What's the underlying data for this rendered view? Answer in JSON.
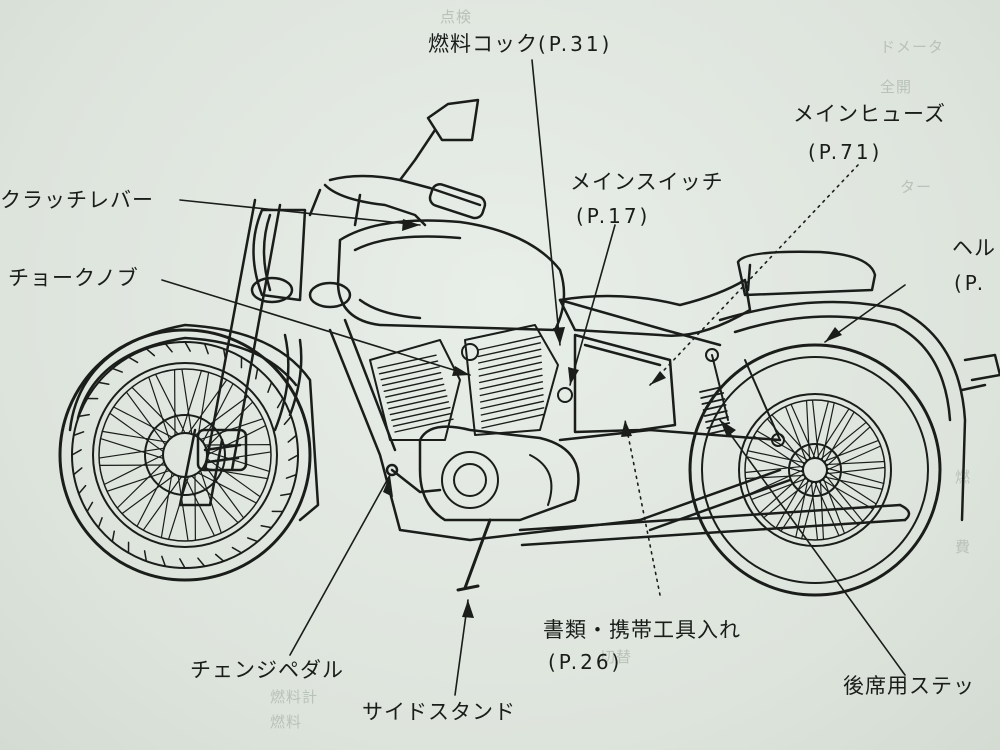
{
  "labels": {
    "fuel_cock": "燃料コック",
    "fuel_cock_page": "(P.31)",
    "main_fuse": "メインヒューズ",
    "main_fuse_page": "(P.71)",
    "main_switch": "メインスイッチ",
    "main_switch_page": "(P.17)",
    "clutch_lever": "クラッチレバー",
    "choke_knob": "チョークノブ",
    "helmet_holder_partial": "ヘル",
    "helmet_holder_page_partial": "(P.",
    "change_pedal": "チェンジペダル",
    "side_stand": "サイドスタンド",
    "tool_box": "書類・携帯工具入れ",
    "tool_box_page": "(P.26)",
    "rear_step_partial": "後席用ステッ"
  },
  "background_text": {
    "top_center": "点検",
    "right_1": "ドメータ",
    "right_2": "全開",
    "right_3": "ター",
    "bottom_1": "切替",
    "bottom_2": "燃料計",
    "bottom_3": "燃料",
    "right_4": "燃",
    "right_5": "費"
  },
  "colors": {
    "line": "#1a1d1a",
    "paper": "#e2e9e1",
    "ghost": "#b9c2b8"
  }
}
